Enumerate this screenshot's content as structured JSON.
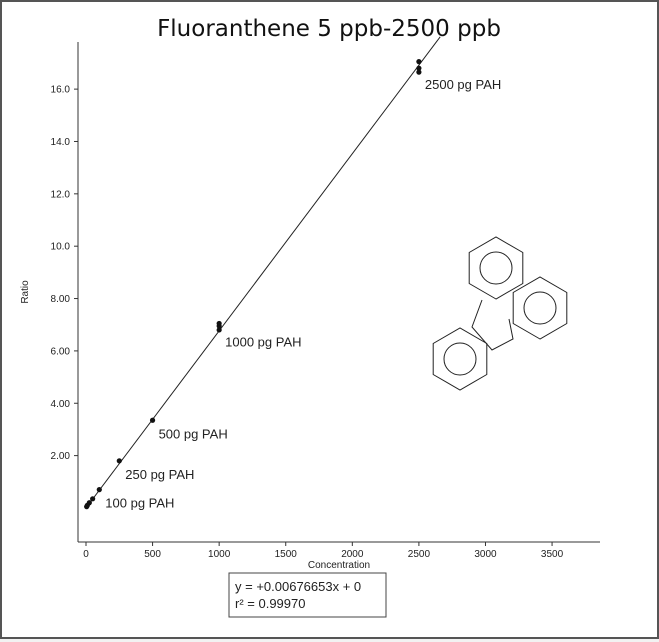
{
  "chart_data": {
    "type": "scatter",
    "title": "Fluoranthene 5 ppb-2500 ppb",
    "xlabel": "Concentration",
    "ylabel": "Ratio",
    "xlim": [
      -60,
      3860
    ],
    "ylim": [
      -1.3,
      17.8
    ],
    "xticks": [
      0,
      500,
      1000,
      1500,
      2000,
      2500,
      3000,
      3500
    ],
    "xtick_labels": [
      "0",
      "500",
      "1000",
      "1500",
      "2000",
      "2500",
      "3000",
      "3500"
    ],
    "yticks": [
      2,
      4,
      6,
      8,
      10,
      12,
      14,
      16
    ],
    "ytick_labels": [
      "2.00",
      "4.00",
      "6.00",
      "8.00",
      "10.0",
      "12.0",
      "14.0",
      "16.0"
    ],
    "grid": false,
    "series": [
      {
        "x": [
          5,
          10,
          25,
          50,
          100,
          250,
          500,
          1000,
          1000,
          1000,
          2500,
          2500,
          2500
        ],
        "y": [
          0.05,
          0.1,
          0.2,
          0.35,
          0.7,
          1.8,
          3.35,
          6.8,
          6.95,
          7.05,
          16.65,
          16.8,
          17.05
        ]
      }
    ],
    "fit": {
      "slope": 0.00676653,
      "intercept": 0,
      "x_range": [
        0,
        2660
      ]
    },
    "annotations": [
      {
        "text": "100 pg PAH",
        "x": 100,
        "y": 0.7
      },
      {
        "text": "250 pg PAH",
        "x": 250,
        "y": 1.8
      },
      {
        "text": "500 pg PAH",
        "x": 500,
        "y": 3.35
      },
      {
        "text": "1000 pg PAH",
        "x": 1000,
        "y": 6.85
      },
      {
        "text": "2500 pg PAH",
        "x": 2500,
        "y": 16.7
      }
    ],
    "equation": {
      "line1": "y = +0.00676653x + 0",
      "line2": "r² = 0.99970"
    }
  }
}
